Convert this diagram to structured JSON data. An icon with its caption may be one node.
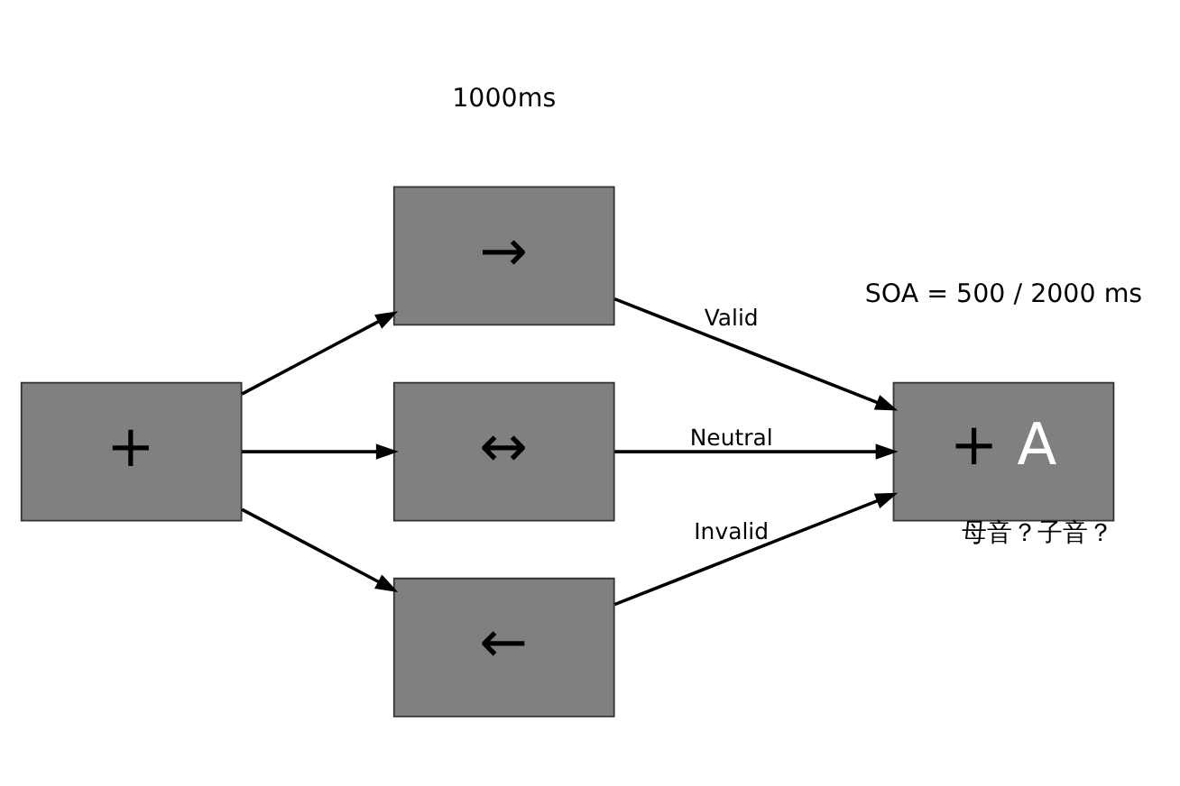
{
  "diagram": {
    "nodes": [
      {
        "text": [
          "+"
        ]
      },
      {
        "text": [
          "→"
        ]
      },
      {
        "text": [
          "↔"
        ]
      },
      {
        "text": [
          "←"
        ]
      },
      {
        "text": [
          "+",
          "A"
        ],
        "beside": [
          "母音？子音？"
        ]
      }
    ],
    "edges": [
      {
        "from": 0,
        "to": 1,
        "arrow": "to"
      },
      {
        "from": 0,
        "to": 2,
        "arrow": "to"
      },
      {
        "from": 0,
        "to": 3,
        "arrow": "to"
      },
      {
        "from": 1,
        "to": 4,
        "arrow": "to",
        "label": "Valid"
      },
      {
        "from": 2,
        "to": 4,
        "arrow": "to",
        "label": "Neutral"
      },
      {
        "from": 3,
        "to": 4,
        "arrow": "to",
        "label": "Invalid"
      }
    ],
    "labels": [
      "1000ms",
      "SOA = 500 / 2000 ms"
    ]
  }
}
